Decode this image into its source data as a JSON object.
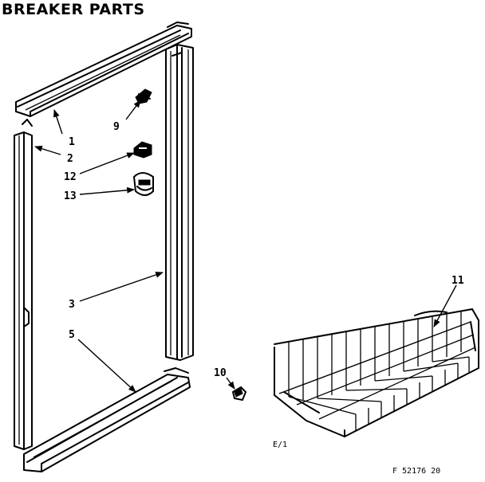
{
  "title": "BREAKER PARTS",
  "callouts": {
    "p1": "1",
    "p2": "2",
    "p3": "3",
    "p5": "5",
    "p9": "9",
    "p10": "10",
    "p11": "11",
    "p12": "12",
    "p13": "13"
  },
  "notes": {
    "scale": "E/1",
    "code": "F 52176 20"
  }
}
